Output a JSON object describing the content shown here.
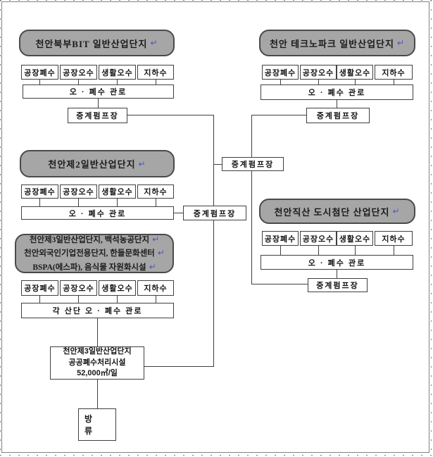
{
  "colors": {
    "gray_fill": "#a6a6a6",
    "line": "#3f3f3f",
    "return_mark_blue": "#4856c5",
    "page_border": "#808080"
  },
  "diagram": {
    "return_mark": "↵",
    "units": {
      "north_bit": {
        "title": "천안북부BIT 일반산업단지",
        "sources": [
          "공장폐수",
          "공장오수",
          "생활오수",
          "지하수"
        ],
        "pipe": "오 · 폐수 관로",
        "pump": "중계펌프장"
      },
      "technopark": {
        "title": "천안 테크노파크 일반산업단지",
        "sources": [
          "공장폐수",
          "공장오수",
          "생활오수",
          "지하수"
        ],
        "pipe": "오 · 폐수 관로",
        "pump": "중계펌프장"
      },
      "second": {
        "title": "천안제2일반산업단지",
        "sources": [
          "공장폐수",
          "공장오수",
          "생활오수",
          "지하수"
        ],
        "pipe": "오 · 폐수 관로",
        "pump": "중계펌프장"
      },
      "jiksan": {
        "title": "천안직산 도시첨단 산업단지",
        "sources": [
          "공장폐수",
          "공장오수",
          "생활오수",
          "지하수"
        ],
        "pipe": "오 · 폐수 관로",
        "pump": "중계펌프장"
      },
      "third_group": {
        "title_line1": "천안제3일반산업단지, 백석농공단지",
        "title_line2": "천안외국인기업전용단지, 한들문화센터",
        "title_line3": "BSPA(에스파), 음식물 자원화시설",
        "sources": [
          "공장폐수",
          "공장오수",
          "생활오수",
          "지하수"
        ],
        "pipe": "각 산단 오 · 폐수 관로"
      }
    },
    "central_pump": "중계펌프장",
    "treatment_plant": {
      "line1": "천안제3일반산업단지",
      "line2": "공공폐수처리시설",
      "line3": "52,000㎥/일"
    },
    "discharge": "방 류"
  }
}
